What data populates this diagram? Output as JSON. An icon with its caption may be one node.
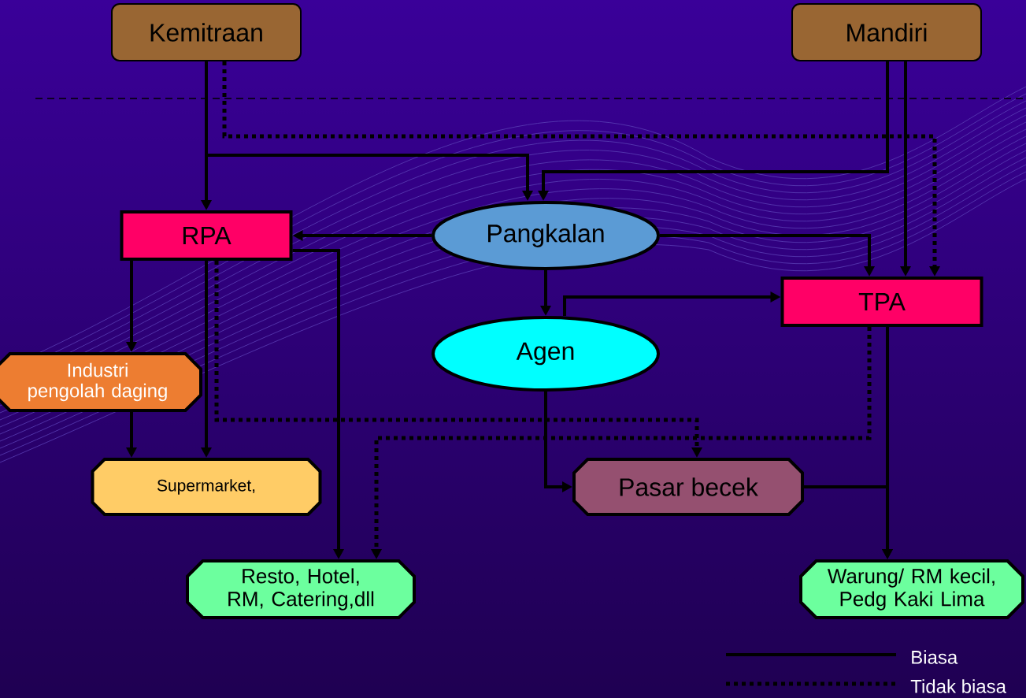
{
  "diagram": {
    "nodes": [
      {
        "text": [
          "Kemitraan"
        ]
      },
      {
        "text": [
          "Mandiri"
        ]
      },
      {
        "text": [
          "RPA"
        ]
      },
      {
        "text": [
          "Pangkalan"
        ]
      },
      {
        "text": [
          "TPA"
        ]
      },
      {
        "text": [
          "Industri pengolah daging"
        ]
      },
      {
        "text": [
          "Agen"
        ]
      },
      {
        "text": [
          "Supermarket,"
        ]
      },
      {
        "text": [
          "Pasar becek"
        ]
      },
      {
        "text": [
          "Resto, Hotel, RM, Catering,dll"
        ]
      },
      {
        "text": [
          "Warung/ RM kecil, Pedg Kaki Lima"
        ]
      }
    ],
    "edges": [
      {
        "from": 0,
        "to": 2,
        "arrow": "to"
      },
      {
        "from": 0,
        "to": 3,
        "arrow": "to"
      },
      {
        "from": 0,
        "to": 4,
        "arrow": "to",
        "style": "dashed"
      },
      {
        "from": 1,
        "to": 3,
        "arrow": "to"
      },
      {
        "from": 1,
        "to": 4,
        "arrow": "to"
      },
      {
        "from": 3,
        "to": 2,
        "arrow": "to"
      },
      {
        "from": 3,
        "to": 4,
        "arrow": "to"
      },
      {
        "from": 3,
        "to": 6,
        "arrow": "to"
      },
      {
        "from": 6,
        "to": 4,
        "arrow": "to"
      },
      {
        "from": 2,
        "to": 5,
        "arrow": "to"
      },
      {
        "from": 5,
        "to": 7,
        "arrow": "to"
      },
      {
        "from": 2,
        "to": 7,
        "arrow": "to"
      },
      {
        "from": 2,
        "to": 9,
        "arrow": "to"
      },
      {
        "from": 2,
        "to": 8,
        "arrow": "to",
        "style": "dashed"
      },
      {
        "from": 4,
        "to": 9,
        "arrow": "to",
        "style": "dashed"
      },
      {
        "from": 6,
        "to": 8,
        "arrow": "to"
      },
      {
        "from": 4,
        "to": 10,
        "arrow": "to"
      },
      {
        "from": 8,
        "to": 10,
        "arrow": "to"
      }
    ],
    "legend": [
      {
        "text": "Biasa"
      },
      {
        "text": "Tidak biasa"
      }
    ]
  }
}
